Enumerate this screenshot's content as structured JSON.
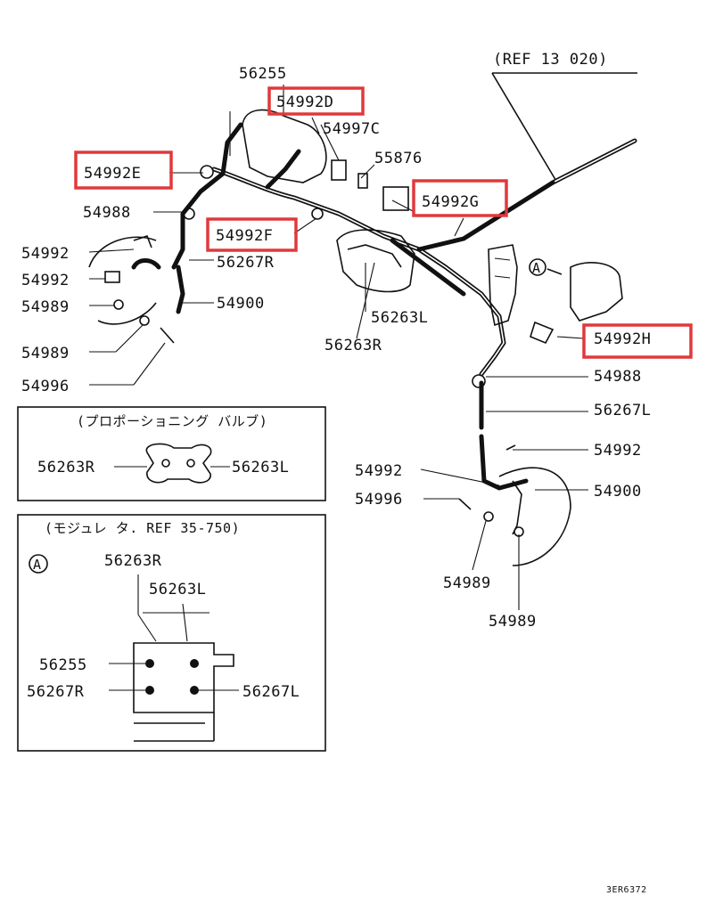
{
  "ref_main": "(REF 13 020)",
  "callouts": {
    "p56255_top": "56255",
    "p54992D": "54992D",
    "p54997C": "54997C",
    "p55876": "55876",
    "p54992E": "54992E",
    "p54992G": "54992G",
    "p54988_left": "54988",
    "p54992F": "54992F",
    "p54992_a": "54992",
    "p54992_b": "54992",
    "p56267R_top": "56267R",
    "p54989_a": "54989",
    "p54900_left": "54900",
    "p56263L_mid": "56263L",
    "p56263R_mid": "56263R",
    "p54992H": "54992H",
    "p54989_b": "54989",
    "p54996_left": "54996",
    "p54988_right": "54988",
    "p56267L_right": "56267L",
    "p54992_right": "54992",
    "p54992_c": "54992",
    "p54996_right": "54996",
    "p54900_right": "54900",
    "p54989_c": "54989",
    "p54989_d": "54989"
  },
  "highlighted": [
    "54992D",
    "54992E",
    "54992G",
    "54992F",
    "54992H"
  ],
  "circle_A": "A",
  "inset_valve": {
    "title": "(プロポーショニング バルブ)",
    "left": "56263R",
    "right": "56263L"
  },
  "inset_modulator": {
    "title": "(モジュレ タ. REF 35-750)",
    "marker": "A",
    "top_a": "56263R",
    "top_b": "56263L",
    "left_top": "56255",
    "left_bottom": "56267R",
    "right_bottom": "56267L"
  },
  "footer_code": "3ER6372",
  "colors": {
    "highlight": "#e0393b",
    "ink": "#111111",
    "background": "#ffffff"
  }
}
